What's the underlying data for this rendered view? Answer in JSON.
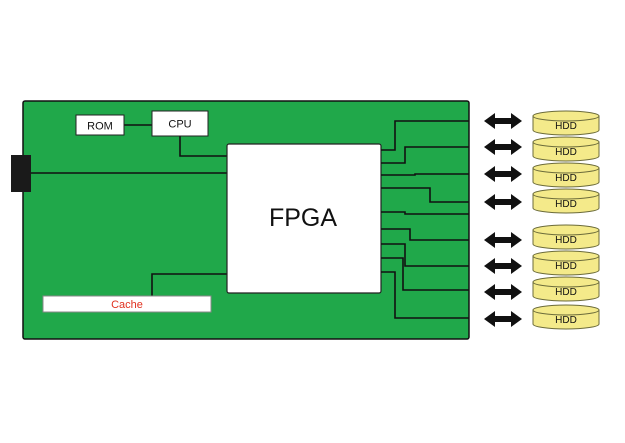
{
  "labels": {
    "rom": "ROM",
    "cpu": "CPU",
    "fpga": "FPGA",
    "cache": "Cache"
  },
  "hdds": [
    {
      "label": "HDD"
    },
    {
      "label": "HDD"
    },
    {
      "label": "HDD"
    },
    {
      "label": "HDD"
    },
    {
      "label": "HDD"
    },
    {
      "label": "HDD"
    },
    {
      "label": "HDD"
    },
    {
      "label": "HDD"
    }
  ],
  "colors": {
    "board": "#20a84a",
    "board_border": "#111111",
    "hdd_fill": "#f4ea8a",
    "hdd_border": "#6b6b3a",
    "cache_text": "#e0301e",
    "arrow": "#111111"
  },
  "icons": {
    "connector": "port-connector-icon",
    "arrow": "double-arrow-icon",
    "disk": "hdd-disk-icon"
  }
}
